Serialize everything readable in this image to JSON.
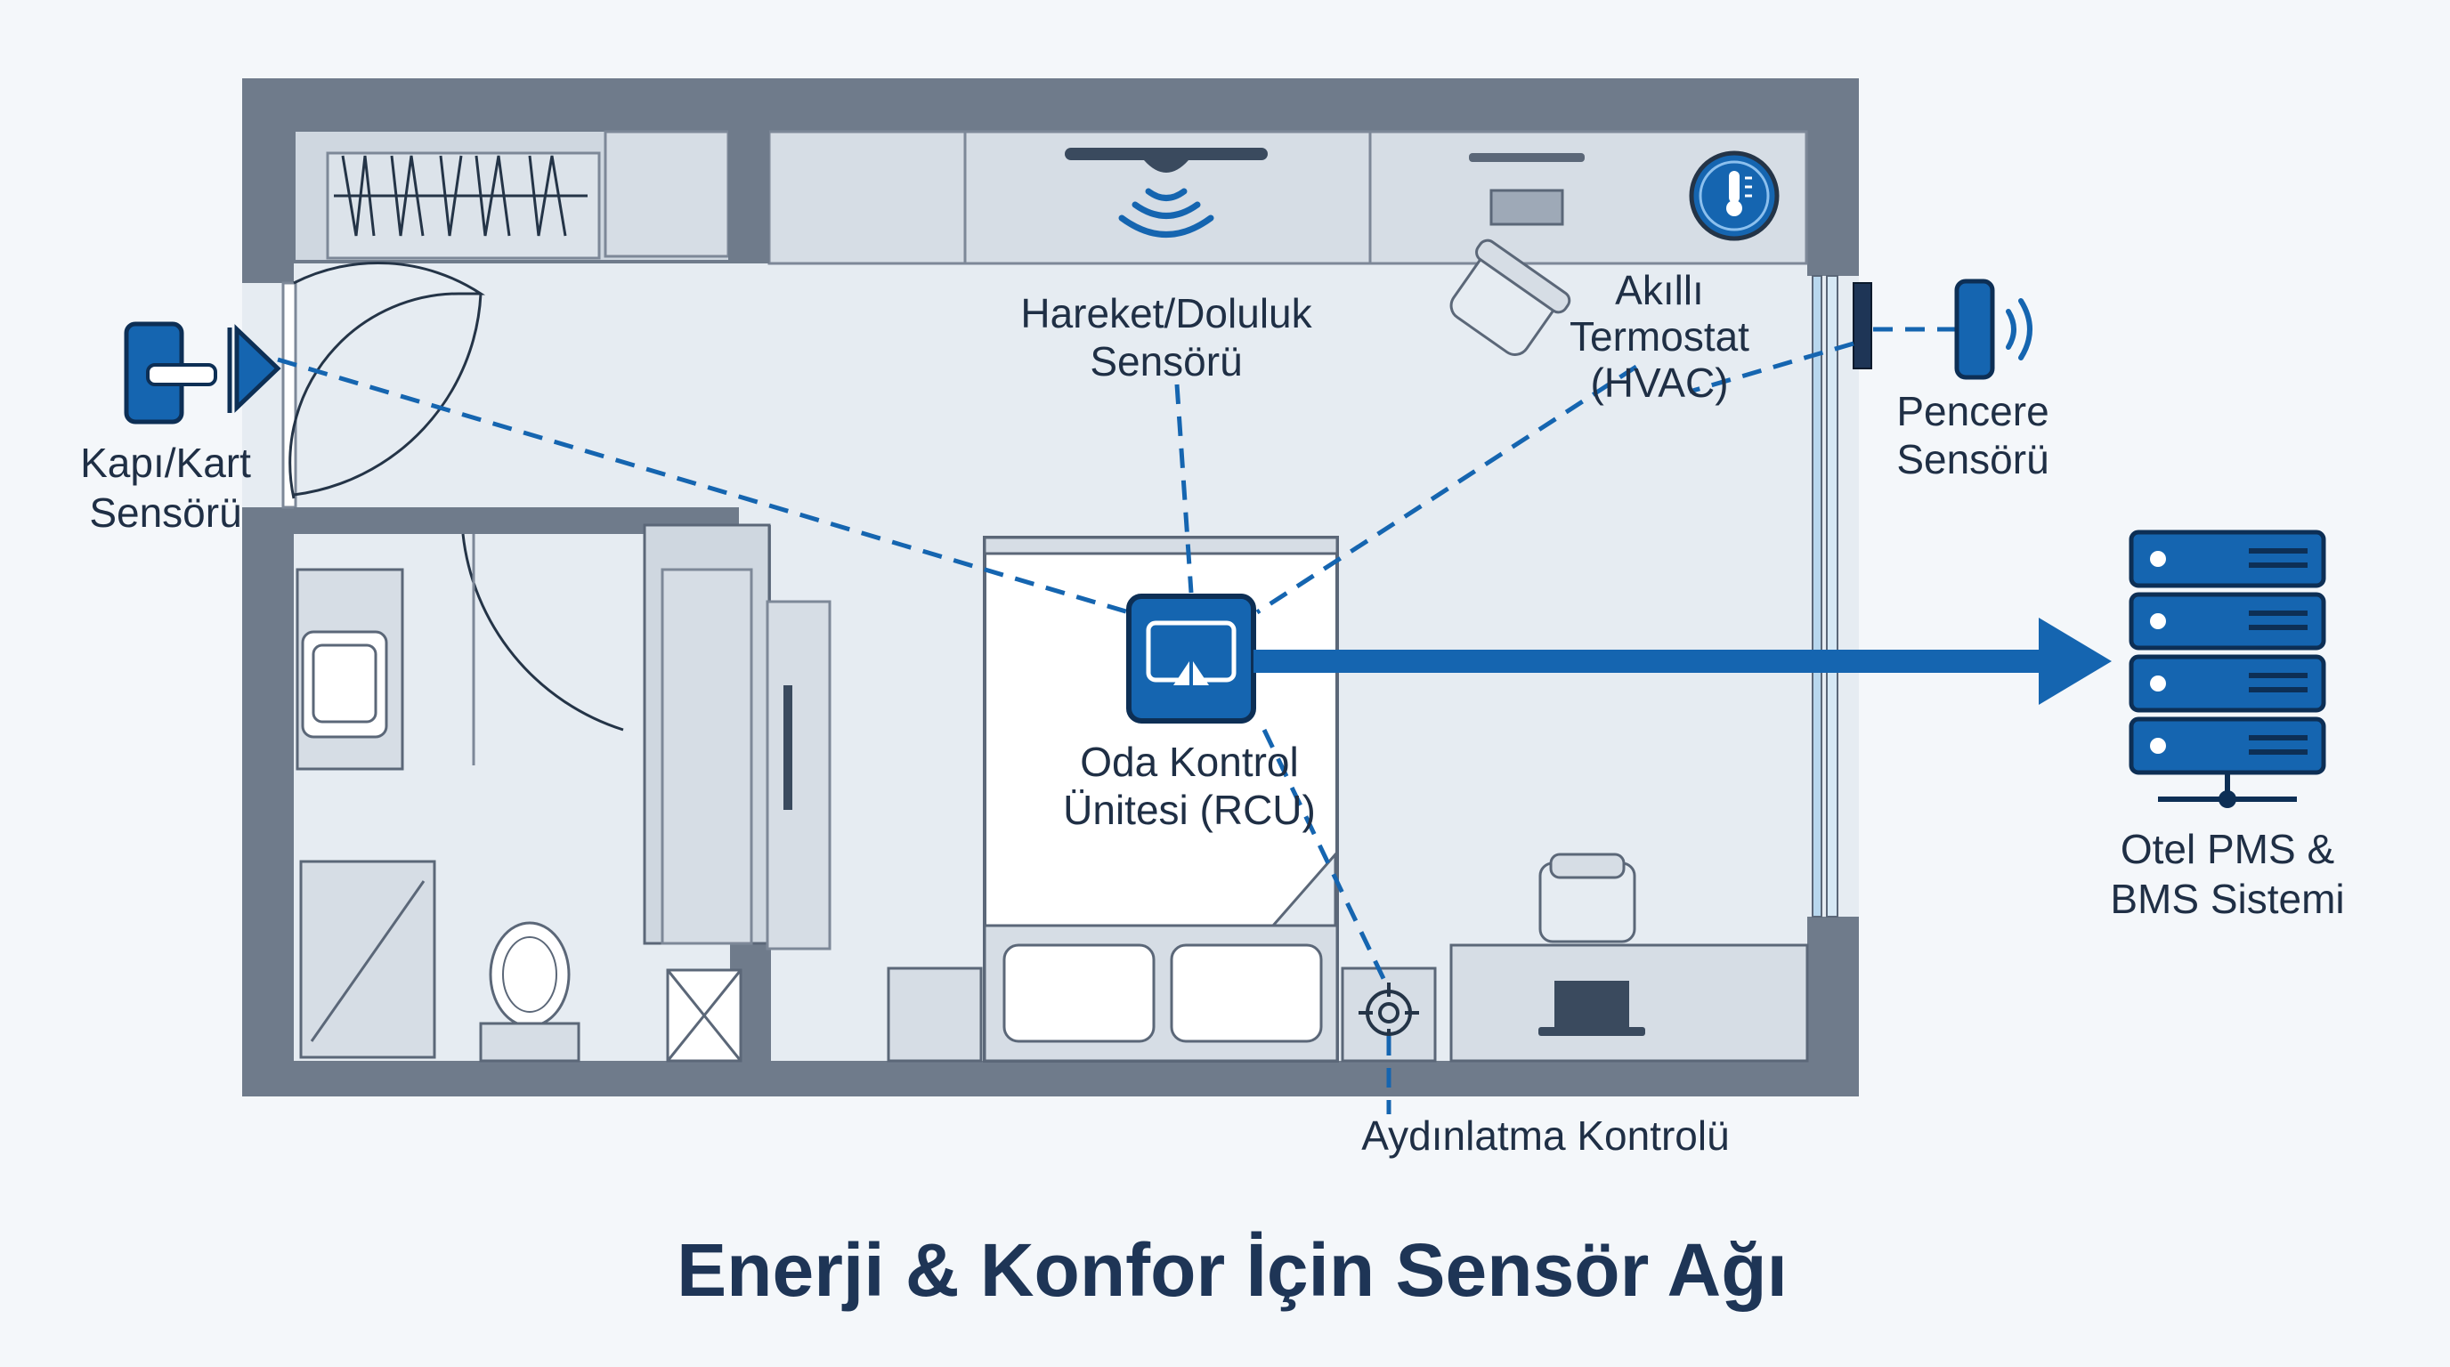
{
  "diagram": {
    "title": "Enerji & Konfor İçin Sensör Ağı",
    "labels": {
      "door_sensor": [
        "Kapı/Kart",
        "Sensörü"
      ],
      "motion_sensor": [
        "Hareket/Doluluk",
        "Sensörü"
      ],
      "thermostat": [
        "Akıllı",
        "Termostat",
        "(HVAC)"
      ],
      "window_sensor": [
        "Pencere",
        "Sensörü"
      ],
      "rcu": [
        "Oda Kontrol",
        "Ünitesi (RCU)"
      ],
      "lighting": "Aydınlatma Kontrolü",
      "pms": [
        "Otel PMS &",
        "BMS Sistemi"
      ]
    },
    "colors": {
      "wall": "#6f7b8b",
      "floor": "#e6ecf2",
      "furniture": "#d9e0e8",
      "accent": "#1565b0",
      "accent_dark": "#0d4c8c",
      "text": "#1f2f45"
    },
    "icons": [
      "door-card-sensor-icon",
      "motion-wave-icon",
      "thermometer-icon",
      "window-sensor-icon",
      "rcu-unit-icon",
      "lighting-control-icon",
      "server-rack-icon"
    ]
  }
}
